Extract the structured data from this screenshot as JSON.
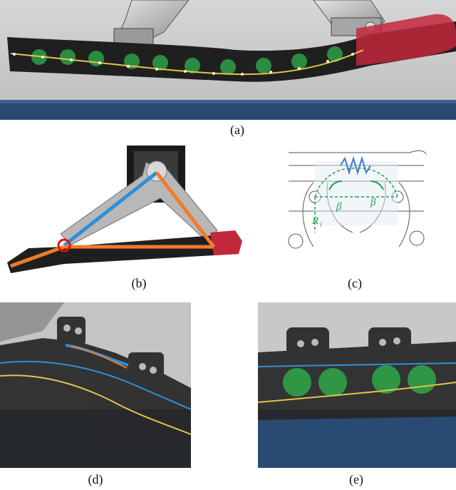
{
  "captions": {
    "a": "(a)",
    "b": "(b)",
    "c": "(c)",
    "d": "(d)",
    "e": "(e)"
  },
  "diagram_c": {
    "label_r": "R",
    "label_r_sub": "i",
    "label_beta_1": "β",
    "label_beta_2": "β"
  },
  "colors": {
    "sim_background": "#c9c9c9",
    "floor_blue": "#294b73",
    "track_dark": "#1f1f1f",
    "green_ball": "#2fa84a",
    "red_tip": "#c2283b",
    "blue_line": "#2f8fd8",
    "orange_line": "#f07b2a",
    "yellow_path": "#e2c34a",
    "diagram_green": "#19a34a",
    "diagram_blue": "#3d7fd1"
  }
}
